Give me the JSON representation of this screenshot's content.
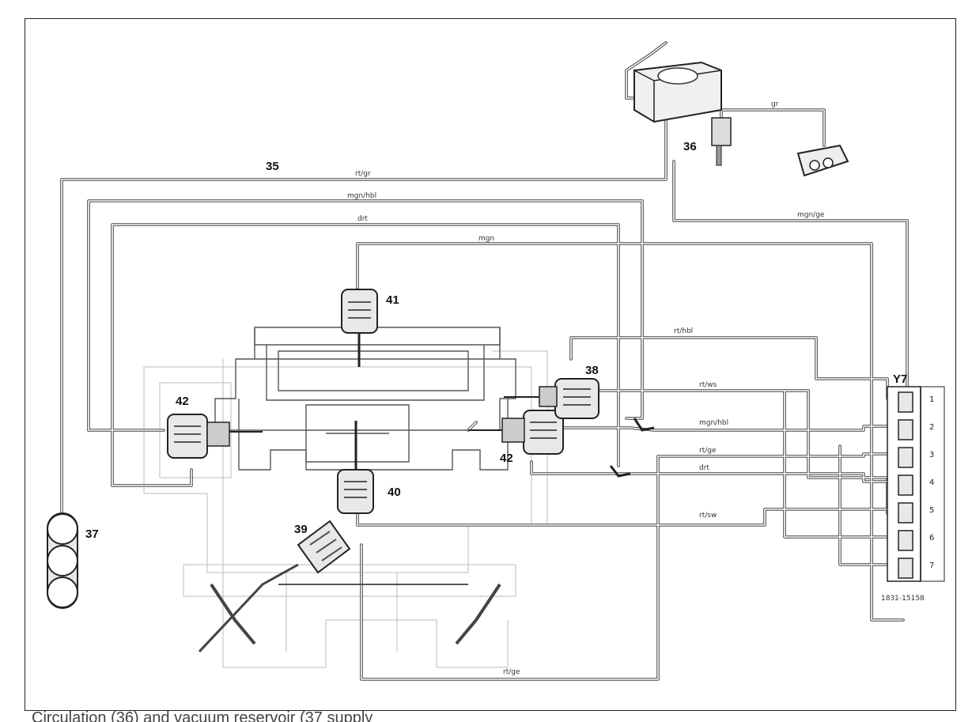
{
  "components": {
    "c35": "35",
    "c36": "36",
    "c37": "37",
    "c38": "38",
    "c39": "39",
    "c40": "40",
    "c41": "41",
    "c42a": "42",
    "c42b": "42",
    "y7": "Y7"
  },
  "wires": {
    "gr": "gr",
    "rt_gr": "rt/gr",
    "mgn_hbl_top": "mgn/hbl",
    "drt_top": "drt",
    "mgn": "mgn",
    "mgn_ge": "mgn/ge",
    "rt_hbl": "rt/hbl",
    "rt_ws": "rt/ws",
    "mgn_hbl_right": "mgn/hbl",
    "rt_ge_right": "rt/ge",
    "drt_right": "drt",
    "rt_sw": "rt/sw",
    "rt_ge_bottom": "rt/ge"
  },
  "ports": [
    "1",
    "2",
    "3",
    "4",
    "5",
    "6",
    "7"
  ],
  "reference": "1831-15158",
  "caption": "Circulation (36) and vacuum reservoir (37 supply"
}
